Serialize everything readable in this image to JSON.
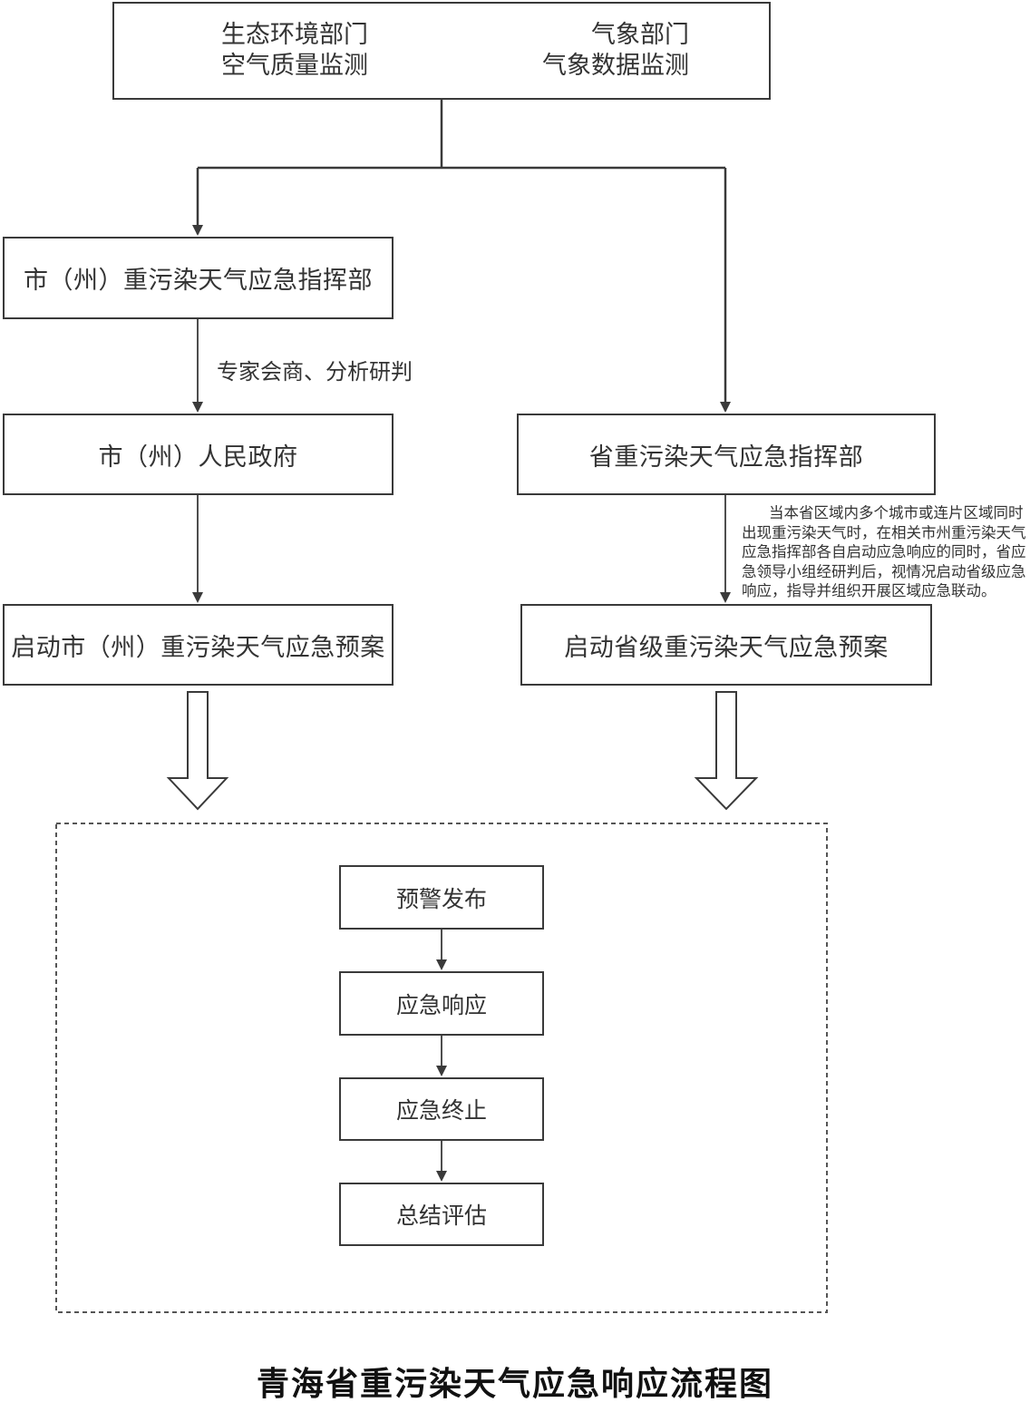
{
  "top": {
    "left_line1": "生态环境部门",
    "left_line2": "空气质量监测",
    "right_line1": "气象部门",
    "right_line2": "气象数据监测"
  },
  "city_command": "市（州）重污染天气应急指挥部",
  "expert_label": "专家会商、分析研判",
  "city_government": "市（州）人民政府",
  "city_plan": "启动市（州）重污染天气应急预案",
  "province_command": "省重污染天气应急指挥部",
  "province_note_lines": [
    "当本省区域内多个城市或连片区域同时",
    "出现重污染天气时，在相关市州重污染天气",
    "应急指挥部各自启动应急响应的同时，省应",
    "急领导小组经研判后，视情况启动省级应急",
    "响应，指导并组织开展区域应急联动。"
  ],
  "province_plan": "启动省级重污染天气应急预案",
  "steps": [
    "预警发布",
    "应急响应",
    "应急终止",
    "总结评估"
  ],
  "title": "青海省重污染天气应急响应流程图"
}
